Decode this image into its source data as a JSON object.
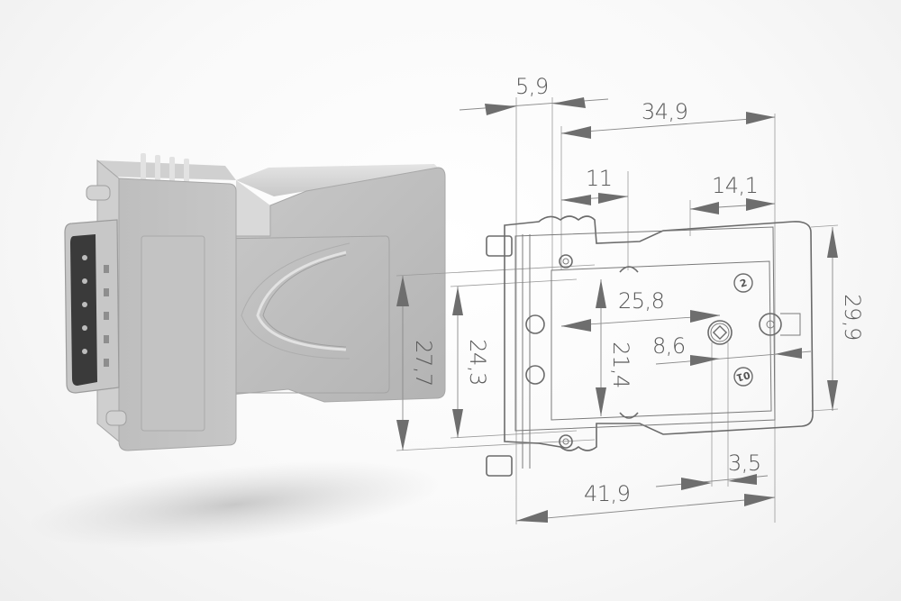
{
  "figure": {
    "subject": "Sub-D connector adapter housing",
    "render": {
      "body_color": "#bcbcbc",
      "highlight_color": "#d6d6d6",
      "shadow_color": "#9e9e9e",
      "background": "#f7f7f7"
    },
    "drawing": {
      "line_color": "#6b6b6b",
      "text_color": "#5a5a5a"
    }
  },
  "dimensions": {
    "d_5_9": "5,9",
    "d_34_9": "34,9",
    "d_11": "11",
    "d_14_1": "14,1",
    "d_27_7": "27,7",
    "d_24_3": "24,3",
    "d_25_8": "25,8",
    "d_21_4": "21,4",
    "d_8_6": "8,6",
    "d_29_9": "29,9",
    "d_3_5": "3,5",
    "d_41_9": "41,9"
  },
  "markers": {
    "m_2": "2",
    "m_01": "01"
  }
}
